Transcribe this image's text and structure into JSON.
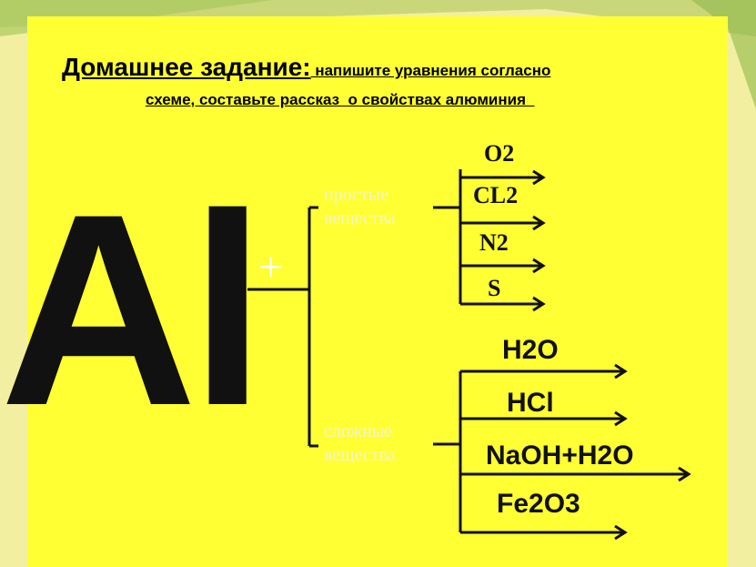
{
  "title": {
    "main": "Домашнее задание:",
    "sub": " напишите уравнения согласно",
    "line2": "схеме, составьте рассказ  о свойствах алюминия  "
  },
  "element_symbol": "Al",
  "plus_sign": "+",
  "groups": {
    "simple": {
      "label_line1": "простые",
      "label_line2": "вещества",
      "reagents": [
        "O2",
        "CL2",
        "N2",
        "S"
      ]
    },
    "complex": {
      "label_line1": "сложные",
      "label_line2": "вещества",
      "reagents": [
        "H2O",
        "HCl",
        "NaOH+H2O",
        "Fe2O3"
      ]
    }
  },
  "colors": {
    "slide": "#ffff33",
    "text": "#111111",
    "label": "#f4f4c8",
    "lines": "#111111"
  }
}
